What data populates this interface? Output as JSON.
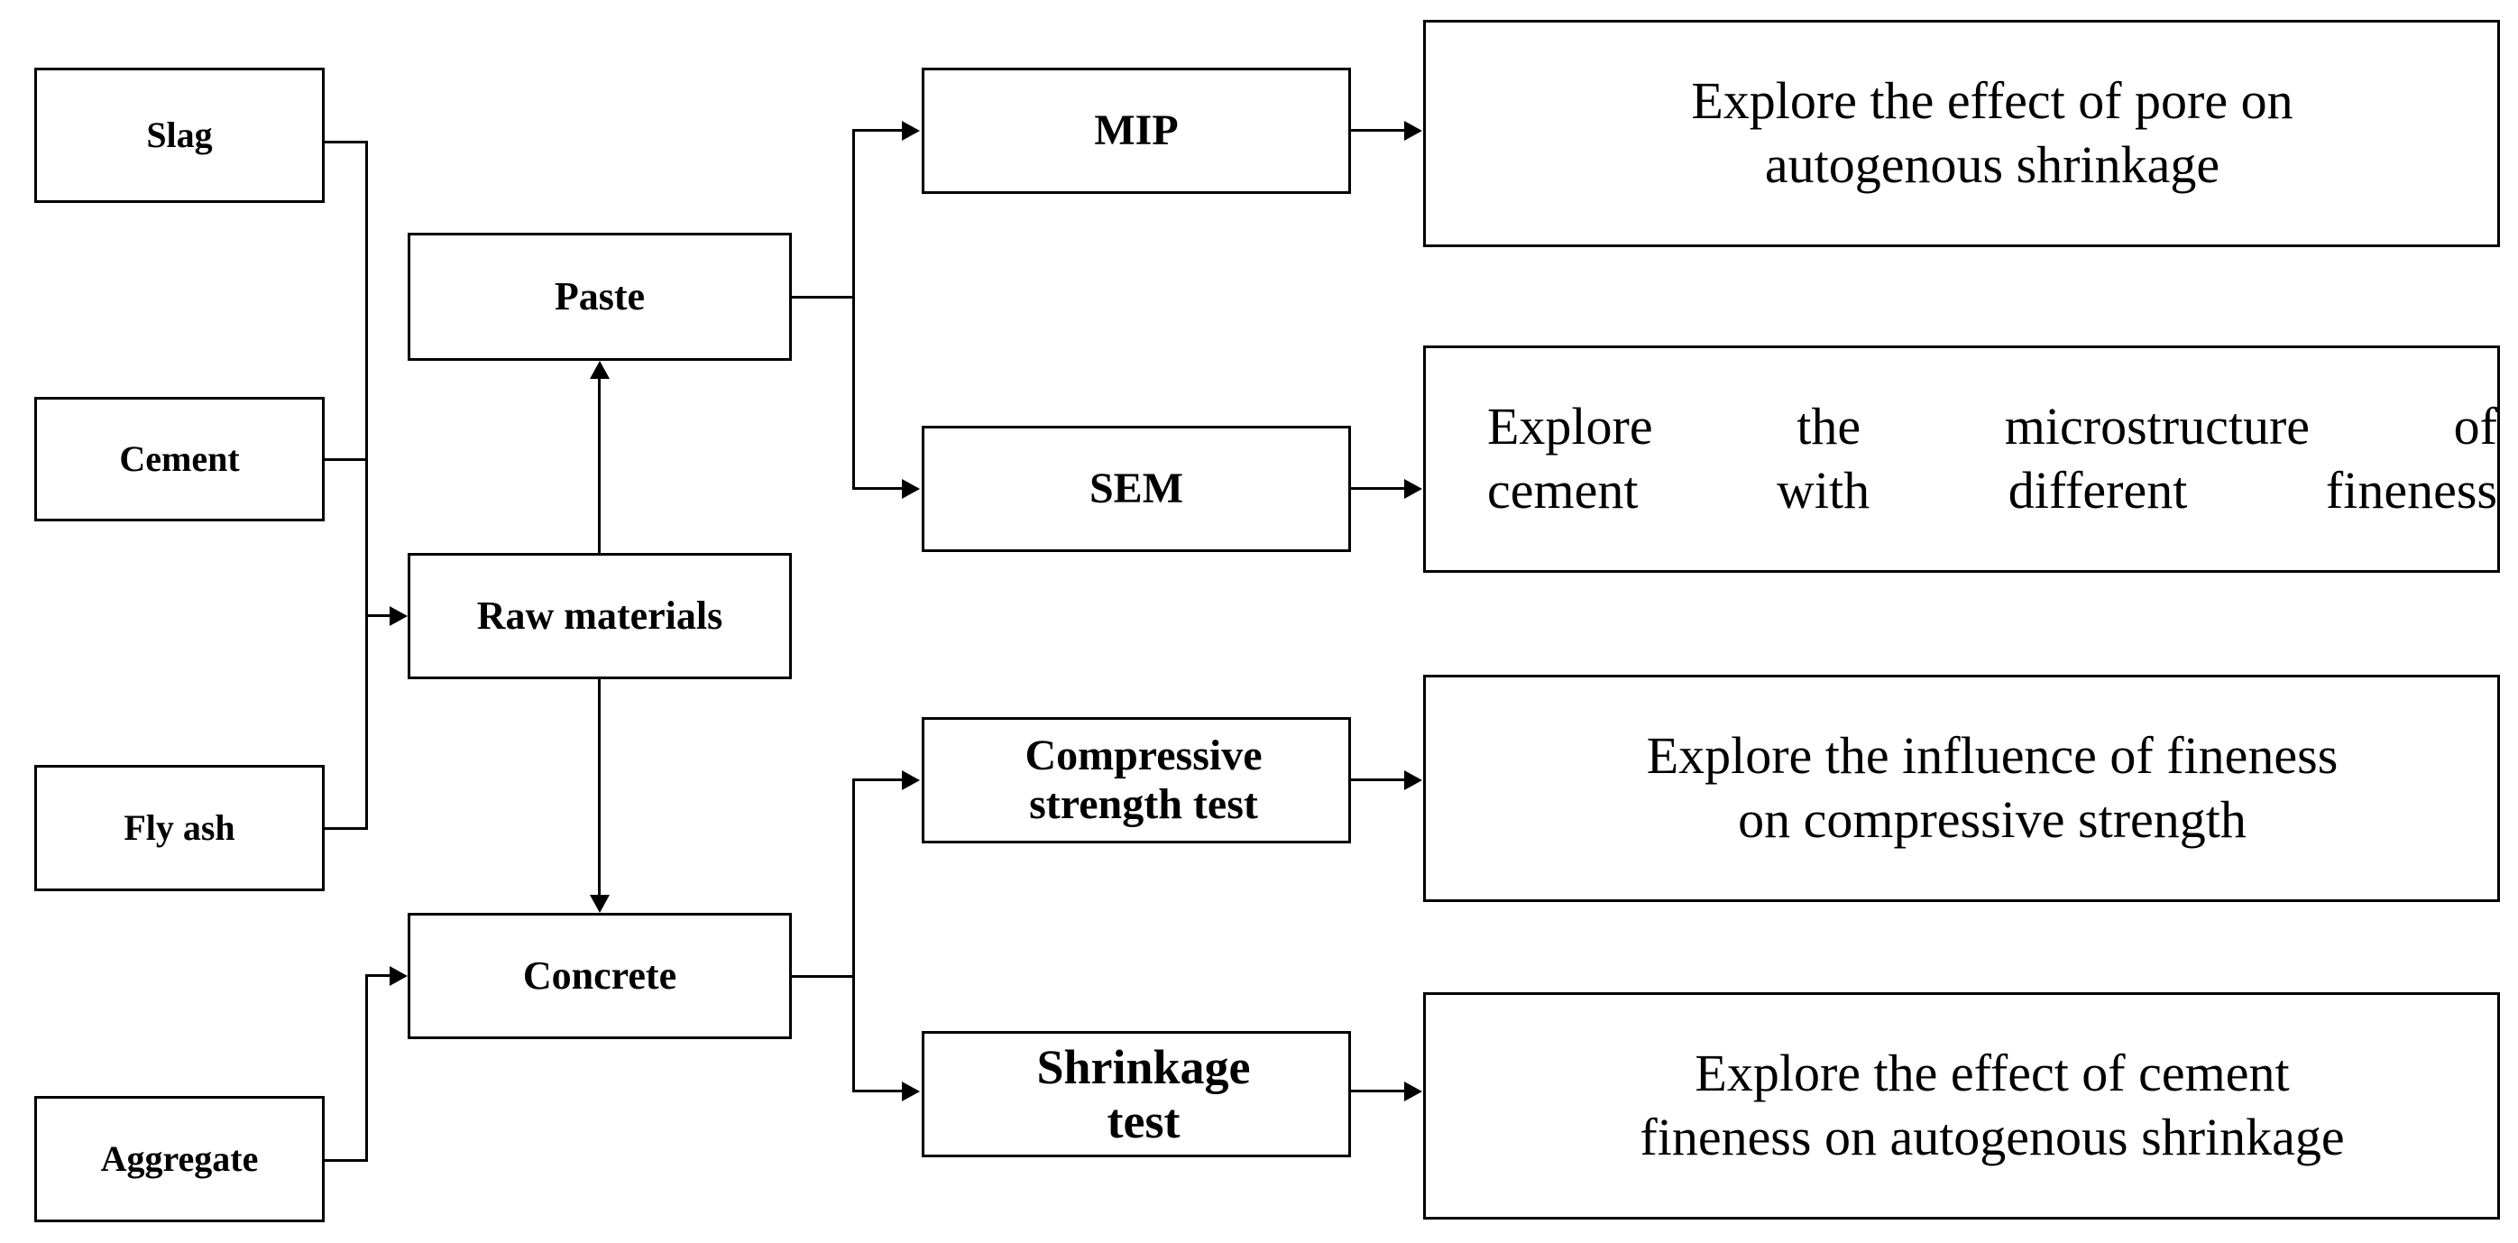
{
  "diagram": {
    "title": "Experimental program flowchart",
    "line_color": "#000000",
    "box_fill": "#ffffff",
    "materials": [
      {
        "id": "slag",
        "label": "Slag"
      },
      {
        "id": "cement",
        "label": "Cement"
      },
      {
        "id": "fly-ash",
        "label": "Fly ash"
      },
      {
        "id": "aggregate",
        "label": "Aggregate"
      }
    ],
    "stages": [
      {
        "id": "paste",
        "label": "Paste"
      },
      {
        "id": "raw-materials",
        "label": "Raw materials"
      },
      {
        "id": "concrete",
        "label": "Concrete"
      }
    ],
    "tests": [
      {
        "id": "mip",
        "label": "MIP"
      },
      {
        "id": "sem",
        "label": "SEM"
      },
      {
        "id": "compressive-strength-test",
        "line1": "Compressive",
        "line2": "strength test"
      },
      {
        "id": "shrinkage-test",
        "line1": "Shrinkage",
        "line2": "test"
      }
    ],
    "outcomes": [
      {
        "id": "outcome-pore-autogenous-shrinkage",
        "line1": "Explore the effect of pore on",
        "line2": "autogenous shrinkage"
      },
      {
        "id": "outcome-microstructure-fineness",
        "line1": "Explore the microstructure of",
        "line2": "cement with different fineness"
      },
      {
        "id": "outcome-fineness-compressive-strength",
        "line1": "Explore the influence of fineness",
        "line2": "on compressive strength"
      },
      {
        "id": "outcome-fineness-autogenous-shrinkage",
        "line1": "Explore the effect of cement",
        "line2": "fineness on autogenous shrinkage"
      }
    ]
  }
}
